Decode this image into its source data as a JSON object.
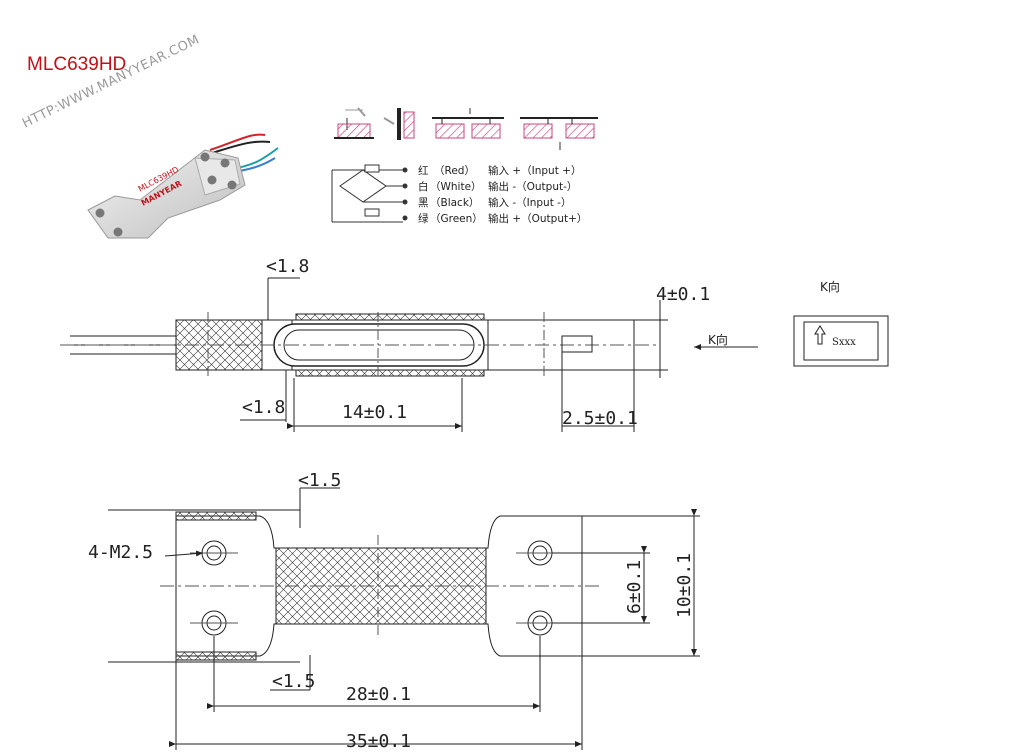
{
  "title": "MLC639HD",
  "watermark": "HTTP:WWW.MANYYEAR.COM",
  "product_photo": {
    "label": "MLC639HD",
    "brand": "MANYEAR"
  },
  "wiring": [
    {
      "cn": "红",
      "en": "（Red）",
      "func": "输入 +（Input +）"
    },
    {
      "cn": "白",
      "en": "（White）",
      "func": "输出 -（Output-）"
    },
    {
      "cn": "黑",
      "en": "（Black）",
      "func": "输入 -（Input -）"
    },
    {
      "cn": "绿",
      "en": "（Green）",
      "func": "输出 +（Output+）"
    }
  ],
  "side_view": {
    "dim_gap_top": "<1.8",
    "dim_gap_bottom": "<1.8",
    "dim_slot": "14±0.1",
    "dim_thickness": "4±0.1",
    "dim_offset": "2.5±0.1",
    "k_arrow_label": "K向"
  },
  "k_view": {
    "title": "K向",
    "marking": "Sxxx"
  },
  "top_view": {
    "dim_gap_top": "<1.5",
    "dim_gap_bottom": "<1.5",
    "dim_holes": "4-M2.5",
    "dim_hole_pitch": "28±0.1",
    "dim_length": "35±0.1",
    "dim_hole_span": "6±0.1",
    "dim_width": "10±0.1"
  },
  "colors": {
    "red": "#d2232a",
    "magenta": "#c9447f",
    "hatch": "#d87ab0"
  }
}
